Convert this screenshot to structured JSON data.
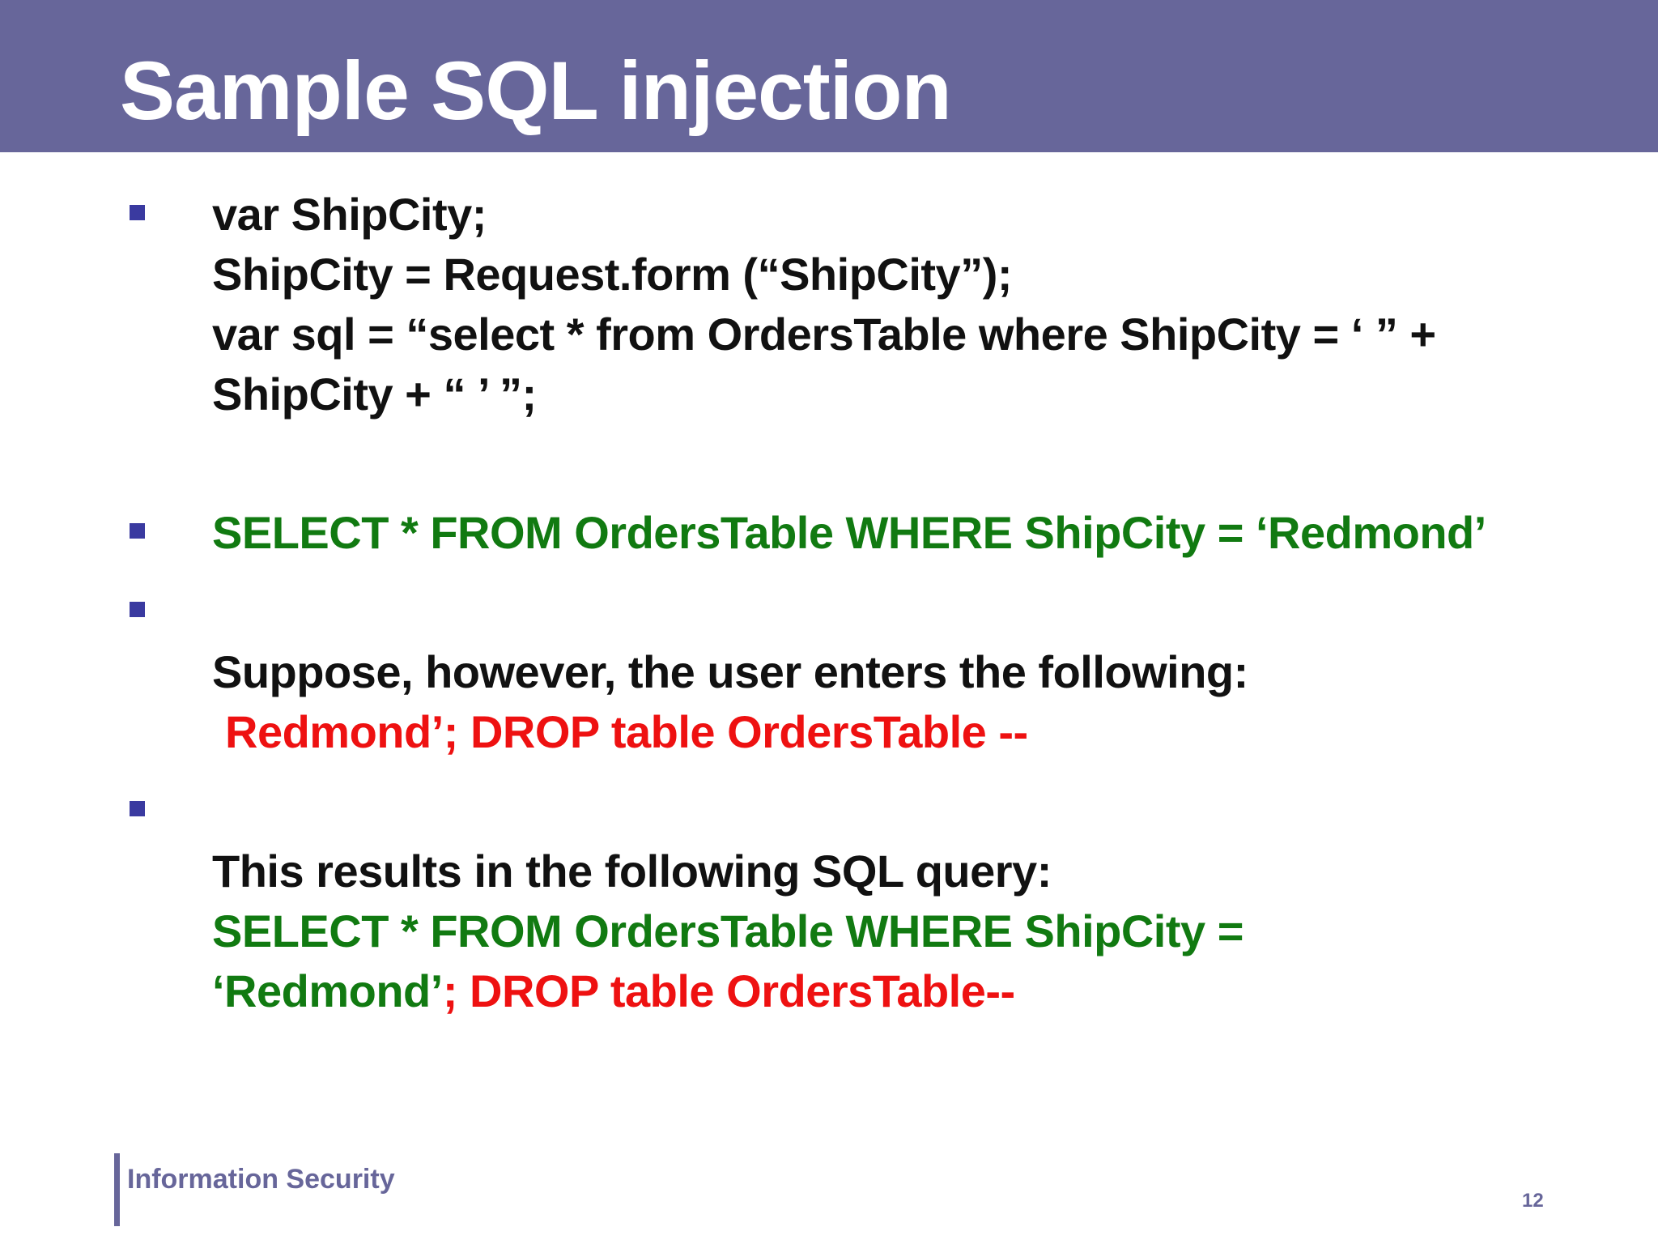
{
  "slide": {
    "title": "Sample SQL injection",
    "bullets": [
      {
        "lines": [
          "var ShipCity;",
          "ShipCity = Request.form (“ShipCity”);",
          "var sql = “select * from OrdersTable where ShipCity = ‘ ” +",
          "ShipCity + “ ’ ”;"
        ]
      },
      {
        "line": "SELECT * FROM OrdersTable WHERE ShipCity = ‘Redmond’"
      },
      {
        "line1": "Suppose, however, the user enters the following:",
        "line2": "Redmond’; DROP table OrdersTable --"
      },
      {
        "line1": "This results in the following SQL query:",
        "line2": "SELECT * FROM OrdersTable WHERE ShipCity =",
        "line3_green": "‘Redmond’",
        "line3_red": "; DROP table OrdersTable--"
      }
    ]
  },
  "footer": {
    "label": "Information Security",
    "page_number": "12"
  },
  "colors": {
    "title_bar": "#67669a",
    "bullet": "#3a3aa0",
    "code_text": "#111111",
    "sql_green": "#117a11",
    "injection_red": "#ee1111"
  }
}
